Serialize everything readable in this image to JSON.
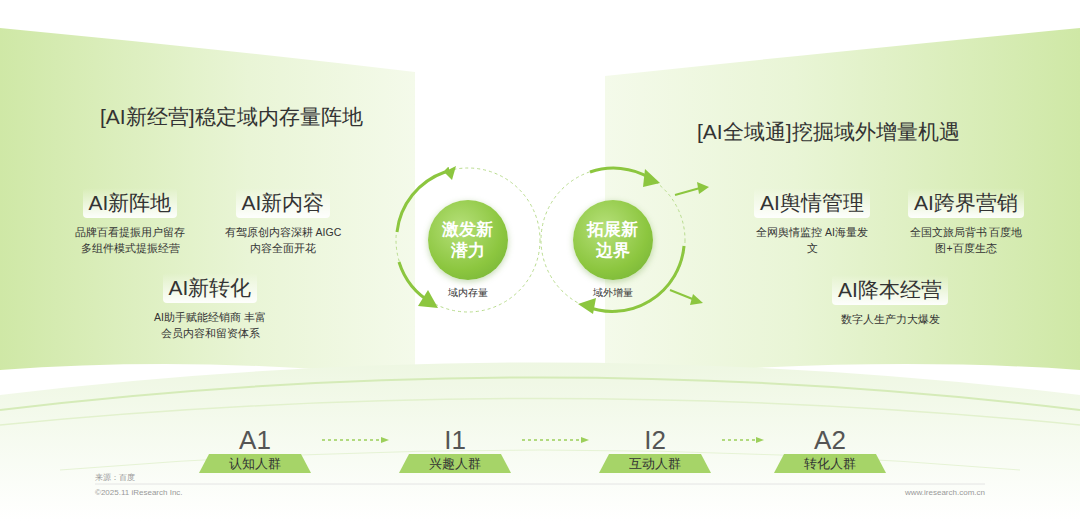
{
  "diagram": {
    "nodes": [
      {
        "text": [
          "[AI新经营]稳定域内存量阵地"
        ]
      },
      {
        "text": [
          "AI新阵地",
          "品牌百看提振用户留存 多组件模式提振经营"
        ],
        "in": 0
      },
      {
        "text": [
          "AI新内容",
          "有驾原创内容深耕 AIGC内容全面开花"
        ],
        "in": 0
      },
      {
        "text": [
          "AI新转化",
          "AI助手赋能经销商 丰富会员内容和留资体系"
        ],
        "in": 0
      },
      {
        "text": [
          "激发新潜力",
          "域内存量"
        ]
      },
      {
        "text": [
          "拓展新边界",
          "域外增量"
        ]
      },
      {
        "text": [
          "[AI全域通]挖掘域外增量机遇"
        ]
      },
      {
        "text": [
          "AI舆情管理",
          "全网舆情监控 AI海量发文"
        ],
        "in": 6
      },
      {
        "text": [
          "AI跨界营销",
          "全国文旅局背书 百度地图+百度生态"
        ],
        "in": 6
      },
      {
        "text": [
          "AI降本经营",
          "数字人生产力大爆发"
        ],
        "in": 6
      },
      {
        "text": [
          "A1",
          "认知人群"
        ]
      },
      {
        "text": [
          "I1",
          "兴趣人群"
        ]
      },
      {
        "text": [
          "I2",
          "互动人群"
        ]
      },
      {
        "text": [
          "A2",
          "转化人群"
        ]
      }
    ],
    "edges": [
      {
        "from": 10,
        "to": 11,
        "arrow": "to"
      },
      {
        "from": 11,
        "to": 12,
        "arrow": "to"
      },
      {
        "from": 12,
        "to": 13,
        "arrow": "to"
      }
    ],
    "labels": [
      "来源：百度",
      "©2025.11 iResearch Inc.",
      "www.iresearch.com.cn"
    ]
  }
}
